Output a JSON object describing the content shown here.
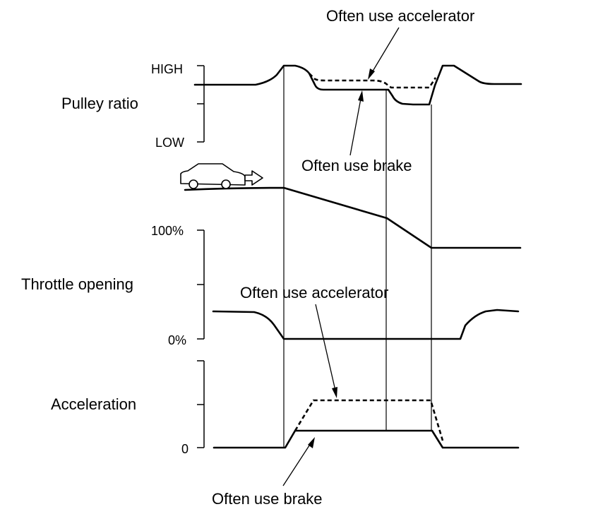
{
  "labels": {
    "pulley_ratio": "Pulley ratio",
    "throttle_opening": "Throttle opening",
    "acceleration": "Acceleration"
  },
  "ticks": {
    "high": "HIGH",
    "low": "LOW",
    "pct_100": "100%",
    "pct_0": "0%",
    "zero": "0"
  },
  "annotations": {
    "accel_top": "Often use accelerator",
    "brake_mid": "Often use brake",
    "accel_lower": "Often use accelerator",
    "brake_bottom": "Often use brake"
  },
  "icons": {
    "vehicle": "car-going-downhill-icon"
  }
}
